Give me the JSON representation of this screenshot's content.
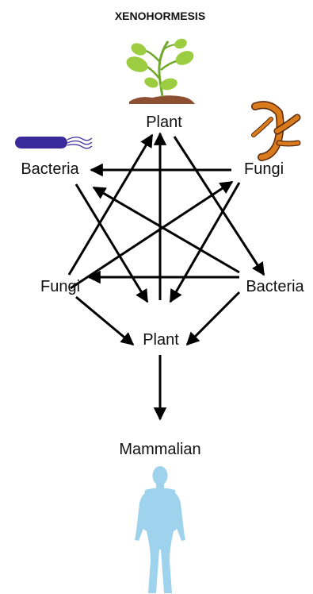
{
  "title": "XENOHORMESIS",
  "nodes": {
    "plant_top": "Plant",
    "bacteria_left": "Bacteria",
    "fungi_right": "Fungi",
    "fungi_left": "Fungi",
    "bacteria_right": "Bacteria",
    "plant_bottom": "Plant",
    "mammalian": "Mammalian"
  },
  "colors": {
    "arrow": "#000000",
    "plant_leaf": "#9ccc3f",
    "plant_leaf_dark": "#6fa82a",
    "soil": "#8c4f32",
    "bacterium_body": "#3a2a9a",
    "fungus_body": "#d97a1c",
    "fungus_segment": "#5a2a0a",
    "human": "#9fd2ec"
  },
  "icons": {
    "plant": "plant-sprout-icon",
    "bacterium": "bacterium-icon",
    "fungus": "fungal-hypha-icon",
    "human": "human-figure-icon"
  }
}
